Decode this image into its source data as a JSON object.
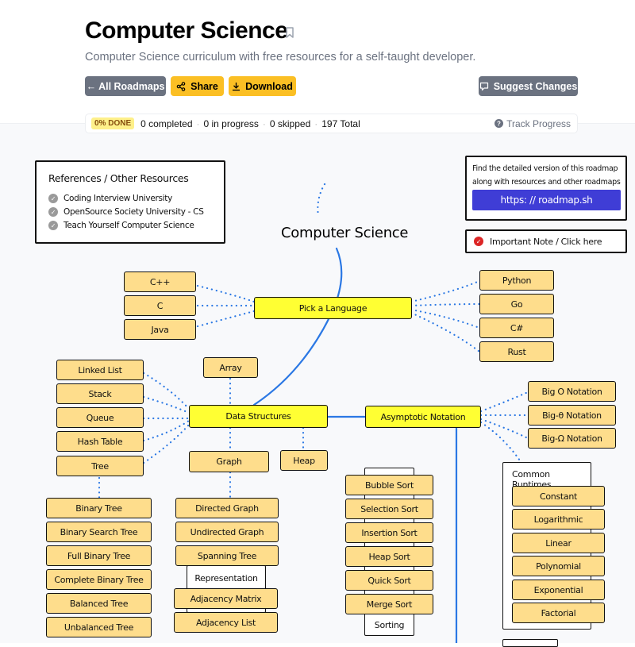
{
  "header": {
    "title": "Computer Science",
    "subtitle": "Computer Science curriculum with free resources for a self-taught developer.",
    "buttons": {
      "all_roadmaps": "← All Roadmaps",
      "share": "Share",
      "download": "Download",
      "suggest_changes": "Suggest Changes"
    }
  },
  "progress": {
    "done_badge": "0% DONE",
    "completed": "0 completed",
    "in_progress": "0 in progress",
    "skipped": "0 skipped",
    "total": "197 Total",
    "track_label": "Track Progress",
    "percent_done": 0
  },
  "roadmap": {
    "title": "Computer Science",
    "references": {
      "title": "References / Other Resources",
      "items": [
        "Coding Interview University",
        "OpenSource Society University - CS",
        "Teach Yourself Computer Science"
      ]
    },
    "promo": {
      "text": "Find the detailed version of this roadmap along with resources and other roadmaps",
      "link_label": "https: // roadmap.sh"
    },
    "note": "Important Note / Click here",
    "pick_language": {
      "label": "Pick a Language",
      "left": [
        "C++",
        "C",
        "Java"
      ],
      "right": [
        "Python",
        "Go",
        "C#",
        "Rust"
      ]
    },
    "data_structures": {
      "label": "Data Structures",
      "left": [
        "Linked List",
        "Stack",
        "Queue",
        "Hash Table",
        "Tree"
      ],
      "array": "Array",
      "graph": "Graph",
      "heap": "Heap",
      "tree_types": [
        "Binary Tree",
        "Binary Search Tree",
        "Full Binary Tree",
        "Complete Binary Tree",
        "Balanced Tree",
        "Unbalanced Tree"
      ],
      "graph_types": [
        "Directed Graph",
        "Undirected Graph",
        "Spanning Tree"
      ],
      "representation_label": "Representation",
      "representations": [
        "Adjacency Matrix",
        "Adjacency List"
      ]
    },
    "asymptotic": {
      "label": "Asymptotic Notation",
      "notations": [
        "Big O Notation",
        "Big-θ Notation",
        "Big-Ω Notation"
      ],
      "runtimes_label": "Common Runtimes",
      "runtimes": [
        "Constant",
        "Logarithmic",
        "Linear",
        "Polynomial",
        "Exponential",
        "Factorial"
      ]
    },
    "sorting": {
      "label": "Sorting",
      "items": [
        "Bubble Sort",
        "Selection Sort",
        "Insertion Sort",
        "Heap Sort",
        "Quick Sort",
        "Merge Sort"
      ]
    }
  }
}
